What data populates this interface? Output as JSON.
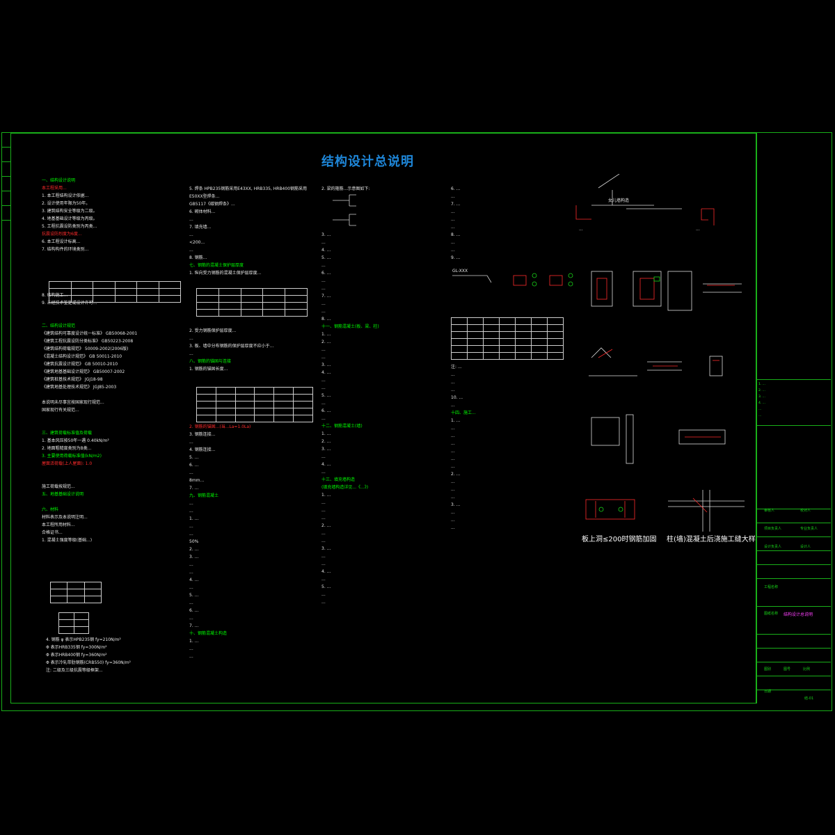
{
  "drawing": {
    "title": "结构设计总说明"
  },
  "column1": {
    "lines": [
      {
        "cls": "h",
        "t": "一、结构设计说明"
      },
      {
        "cls": "r",
        "t": "  本工程采用..."
      },
      {
        "cls": "",
        "t": "1. 本工程结构设计依据..."
      },
      {
        "cls": "",
        "t": "2. 设计使用年限为50年。"
      },
      {
        "cls": "",
        "t": "3. 建筑结构安全等级为二级。"
      },
      {
        "cls": "",
        "t": "4. 地基基础设计等级为丙级。"
      },
      {
        "cls": "",
        "t": "5. 工程抗震设防类别为丙类..."
      },
      {
        "cls": "r",
        "t": "   抗震设防烈度为6度..."
      },
      {
        "cls": "",
        "t": "6. 本工程设计标高..."
      },
      {
        "cls": "",
        "t": "7. 结构构件的环境类别..."
      },
      {
        "cls": "",
        "t": ""
      },
      {
        "cls": "",
        "t": ""
      },
      {
        "cls": "",
        "t": ""
      },
      {
        "cls": "",
        "t": ""
      },
      {
        "cls": "",
        "t": ""
      },
      {
        "cls": "",
        "t": "8. 结构施工..."
      },
      {
        "cls": "",
        "t": "9. 未经技术鉴定或设计许可..."
      },
      {
        "cls": "",
        "t": ""
      },
      {
        "cls": "",
        "t": ""
      },
      {
        "cls": "h",
        "t": "二、结构设计规范"
      },
      {
        "cls": "",
        "t": "  《建筑结构可靠度设计统一标准》   GB50068-2001"
      },
      {
        "cls": "",
        "t": "  《建筑工程抗震设防分类标准》     GB50223-2008"
      },
      {
        "cls": "",
        "t": "  《建筑结构荷载规范》             50009-2002(2006版)"
      },
      {
        "cls": "",
        "t": "  《混凝土结构设计规范》           GB 50011-2010"
      },
      {
        "cls": "",
        "t": "  《建筑抗震设计规范》             GB 50010-2010"
      },
      {
        "cls": "",
        "t": "  《建筑地基基础设计规范》         GB50007-2002"
      },
      {
        "cls": "",
        "t": "  《建筑桩基技术规范》             JGJ18-98"
      },
      {
        "cls": "",
        "t": "  《建筑地基处理技术规范》         JGJ85-2003"
      },
      {
        "cls": "",
        "t": ""
      },
      {
        "cls": "",
        "t": "  本说明未尽事宜按国家现行规范..."
      },
      {
        "cls": "",
        "t": "  国家现行有关规范..."
      },
      {
        "cls": "",
        "t": ""
      },
      {
        "cls": "",
        "t": ""
      },
      {
        "cls": "h",
        "t": "三、建筑荷载标准值及荷载"
      },
      {
        "cls": "",
        "t": "  1. 基本风压按50年一遇 0.40kN/m²"
      },
      {
        "cls": "",
        "t": "  2. 地面粗糙度类别为B类..."
      },
      {
        "cls": "h",
        "t": "  3. 主要使用荷载标准值(kN/m2)"
      },
      {
        "cls": "r",
        "t": "     屋面活荷载(上人屋面):   1.0"
      },
      {
        "cls": "",
        "t": ""
      },
      {
        "cls": "",
        "t": ""
      },
      {
        "cls": "",
        "t": "  施工荷载按规范..."
      },
      {
        "cls": "h",
        "t": "五、地基基础设计说明"
      },
      {
        "cls": "",
        "t": ""
      },
      {
        "cls": "h",
        "t": "六、材料"
      },
      {
        "cls": "",
        "t": "  材料表示及本说明注明..."
      },
      {
        "cls": "",
        "t": "  本工程所用材料..."
      },
      {
        "cls": "",
        "t": "  合格证书..."
      },
      {
        "cls": "",
        "t": "  1. 混凝土强度等级(基础...)"
      }
    ],
    "steel": [
      {
        "cls": "",
        "t": "  4. 钢筋  φ 表示HPB235钢 fy=210N/m²"
      },
      {
        "cls": "",
        "t": "           Φ 表示HRB335钢 fy=300N/m²"
      },
      {
        "cls": "",
        "t": "           Φ 表示HRB400钢 fy=360N/m²"
      },
      {
        "cls": "",
        "t": "           Φ 表示冷轧带肋钢筋(CRB550) fy=360N/m²"
      },
      {
        "cls": "",
        "t": "     注: 二级及三级抗震等级框架..."
      }
    ]
  },
  "column2": {
    "lines": [
      {
        "cls": "",
        "t": "5. 焊条  HPB235钢筋采用E43XX, HRB335, HRB400钢筋采用"
      },
      {
        "cls": "",
        "t": "   E50XX型焊条..."
      },
      {
        "cls": "",
        "t": "   GB5117《碳钢焊条》..."
      },
      {
        "cls": "",
        "t": "6. 砌体材料..."
      },
      {
        "cls": "",
        "t": "   ..."
      },
      {
        "cls": "",
        "t": "7. 填充墙..."
      },
      {
        "cls": "",
        "t": "   ..."
      },
      {
        "cls": "",
        "t": "   <200..."
      },
      {
        "cls": "",
        "t": "   ..."
      },
      {
        "cls": "",
        "t": "8. 钢筋..."
      },
      {
        "cls": "h",
        "t": "七、钢筋的混凝土保护层厚度"
      },
      {
        "cls": "",
        "t": "1. 纵向受力钢筋的混凝土保护层厚度..."
      }
    ],
    "lines2": [
      {
        "cls": "",
        "t": "2. 受力钢筋保护层厚度..."
      },
      {
        "cls": "",
        "t": "   ..."
      },
      {
        "cls": "",
        "t": "3. 板、墙中分布钢筋的保护层厚度不应小于..."
      },
      {
        "cls": "",
        "t": "   ..."
      },
      {
        "cls": "h",
        "t": "八、钢筋的锚固与连接"
      },
      {
        "cls": "",
        "t": "1. 钢筋的锚固长度..."
      }
    ],
    "lines3": [
      {
        "cls": "r",
        "t": "2. 钢筋的锚固...(当...La=1.0La)"
      },
      {
        "cls": "",
        "t": "3. 钢筋连接..."
      },
      {
        "cls": "",
        "t": "   ..."
      },
      {
        "cls": "",
        "t": "4. 钢筋连接..."
      },
      {
        "cls": "",
        "t": "5. ..."
      },
      {
        "cls": "",
        "t": "6. ..."
      },
      {
        "cls": "",
        "t": "   ..."
      },
      {
        "cls": "",
        "t": "   8mm..."
      },
      {
        "cls": "",
        "t": "7. ..."
      },
      {
        "cls": "h",
        "t": "九、钢筋混凝土"
      },
      {
        "cls": "",
        "t": "  ..."
      },
      {
        "cls": "",
        "t": "  ..."
      },
      {
        "cls": "",
        "t": "1. ..."
      },
      {
        "cls": "",
        "t": "   ..."
      },
      {
        "cls": "",
        "t": "   ..."
      },
      {
        "cls": "",
        "t": "   50%"
      },
      {
        "cls": "",
        "t": "2. ..."
      },
      {
        "cls": "",
        "t": "3. ..."
      },
      {
        "cls": "",
        "t": "   ..."
      },
      {
        "cls": "",
        "t": "   ..."
      },
      {
        "cls": "",
        "t": "4. ..."
      },
      {
        "cls": "",
        "t": "   ..."
      },
      {
        "cls": "",
        "t": "5. ..."
      },
      {
        "cls": "",
        "t": "   ..."
      },
      {
        "cls": "",
        "t": "6. ..."
      },
      {
        "cls": "",
        "t": "   ..."
      },
      {
        "cls": "",
        "t": "7. ..."
      },
      {
        "cls": "h",
        "t": "十、钢筋混凝土构造"
      },
      {
        "cls": "",
        "t": "1. ..."
      },
      {
        "cls": "",
        "t": "   ..."
      },
      {
        "cls": "",
        "t": "   ..."
      }
    ]
  },
  "column3": {
    "lines": [
      {
        "cls": "",
        "t": "2. 梁的箍筋...示意图如下:"
      }
    ],
    "lines2": [
      {
        "cls": "",
        "t": "3. ..."
      },
      {
        "cls": "",
        "t": "   ..."
      },
      {
        "cls": "",
        "t": "4. ..."
      },
      {
        "cls": "",
        "t": "5. ..."
      },
      {
        "cls": "",
        "t": "   ..."
      },
      {
        "cls": "",
        "t": "6. ..."
      },
      {
        "cls": "",
        "t": "   ..."
      },
      {
        "cls": "",
        "t": "   ..."
      },
      {
        "cls": "",
        "t": "7. ..."
      },
      {
        "cls": "",
        "t": "   ..."
      },
      {
        "cls": "",
        "t": "   ..."
      },
      {
        "cls": "",
        "t": "8. ..."
      },
      {
        "cls": "h",
        "t": "十一、钢筋混凝土(板、梁、柱)"
      },
      {
        "cls": "",
        "t": "1. ..."
      },
      {
        "cls": "",
        "t": "2. ..."
      },
      {
        "cls": "",
        "t": "   ..."
      },
      {
        "cls": "",
        "t": "   ..."
      },
      {
        "cls": "",
        "t": "3. ..."
      },
      {
        "cls": "",
        "t": "4. ..."
      },
      {
        "cls": "",
        "t": "   ..."
      },
      {
        "cls": "",
        "t": "   ..."
      },
      {
        "cls": "",
        "t": "5. ..."
      },
      {
        "cls": "",
        "t": "   ..."
      },
      {
        "cls": "",
        "t": "6. ..."
      },
      {
        "cls": "",
        "t": "   ..."
      },
      {
        "cls": "h",
        "t": "十二、钢筋混凝土(墙)"
      },
      {
        "cls": "",
        "t": "1. ..."
      },
      {
        "cls": "",
        "t": "2. ..."
      },
      {
        "cls": "",
        "t": "3. ..."
      },
      {
        "cls": "",
        "t": "   ..."
      },
      {
        "cls": "",
        "t": "4. ..."
      },
      {
        "cls": "",
        "t": "   ..."
      },
      {
        "cls": "h",
        "t": "十三、填充墙构造"
      },
      {
        "cls": "h",
        "t": "   (填充墙构造详见...《...》)"
      },
      {
        "cls": "",
        "t": "1. ..."
      },
      {
        "cls": "",
        "t": "   ..."
      },
      {
        "cls": "",
        "t": "   ..."
      },
      {
        "cls": "",
        "t": "   ..."
      },
      {
        "cls": "",
        "t": "2. ..."
      },
      {
        "cls": "",
        "t": "   ..."
      },
      {
        "cls": "",
        "t": "   ..."
      },
      {
        "cls": "",
        "t": "3. ..."
      },
      {
        "cls": "",
        "t": "   ..."
      },
      {
        "cls": "",
        "t": "   ..."
      },
      {
        "cls": "",
        "t": "4. ..."
      },
      {
        "cls": "",
        "t": "   ..."
      },
      {
        "cls": "",
        "t": "5. ..."
      },
      {
        "cls": "",
        "t": "   ..."
      },
      {
        "cls": "",
        "t": "   ..."
      }
    ]
  },
  "column4": {
    "lines": [
      {
        "cls": "",
        "t": "6. ..."
      },
      {
        "cls": "",
        "t": "   ..."
      },
      {
        "cls": "",
        "t": "7. ..."
      },
      {
        "cls": "",
        "t": "   ..."
      },
      {
        "cls": "",
        "t": "   ..."
      },
      {
        "cls": "",
        "t": "   ..."
      },
      {
        "cls": "",
        "t": "8. ..."
      },
      {
        "cls": "",
        "t": "   ..."
      },
      {
        "cls": "",
        "t": "   ..."
      },
      {
        "cls": "",
        "t": "9. ..."
      }
    ],
    "lines2": [
      {
        "cls": "",
        "t": "注: ..."
      },
      {
        "cls": "",
        "t": "   ..."
      },
      {
        "cls": "",
        "t": "   ..."
      },
      {
        "cls": "",
        "t": "   ..."
      },
      {
        "cls": "",
        "t": "10. ..."
      },
      {
        "cls": "",
        "t": "    ..."
      },
      {
        "cls": "h",
        "t": "十四、施工..."
      },
      {
        "cls": "",
        "t": "1. ..."
      },
      {
        "cls": "",
        "t": "   ..."
      },
      {
        "cls": "",
        "t": "   ..."
      },
      {
        "cls": "",
        "t": "   ..."
      },
      {
        "cls": "",
        "t": "   ..."
      },
      {
        "cls": "",
        "t": "   ..."
      },
      {
        "cls": "",
        "t": "   ..."
      },
      {
        "cls": "",
        "t": "2. ..."
      },
      {
        "cls": "",
        "t": "   ..."
      },
      {
        "cls": "",
        "t": "   ..."
      },
      {
        "cls": "",
        "t": "   ..."
      },
      {
        "cls": "",
        "t": "3. ..."
      },
      {
        "cls": "",
        "t": "   ..."
      },
      {
        "cls": "",
        "t": "   ..."
      },
      {
        "cls": "",
        "t": "   ..."
      }
    ],
    "beam_label": "GL-XXX"
  },
  "figures": {
    "cap_a": "女儿墙构造",
    "cap_b": "...",
    "cap_c": "...",
    "cap_d": "板上洞≤200时钢筋加固",
    "cap_e": "柱(墙)混凝土后浇施工缝大样"
  },
  "right_notes": [
    "1. ...",
    "2. ...",
    "3. ...",
    "4. ...",
    "   ...",
    "   ..."
  ],
  "title_block": {
    "fields": [
      "审核人",
      "校对人",
      "项目负责人",
      "专业负责人",
      "设计负责人",
      "设计人",
      "工程名称",
      "图纸名称",
      "图别",
      "图号",
      "比例",
      "日期"
    ],
    "drawing_name": "结构设计总说明",
    "sheet_no": "结-01"
  },
  "colors": {
    "frame": "#19b019",
    "title": "#1e86d8",
    "heading": "#00ff00",
    "emphasis": "#ff2b2b",
    "magenta": "#ff40ff"
  }
}
